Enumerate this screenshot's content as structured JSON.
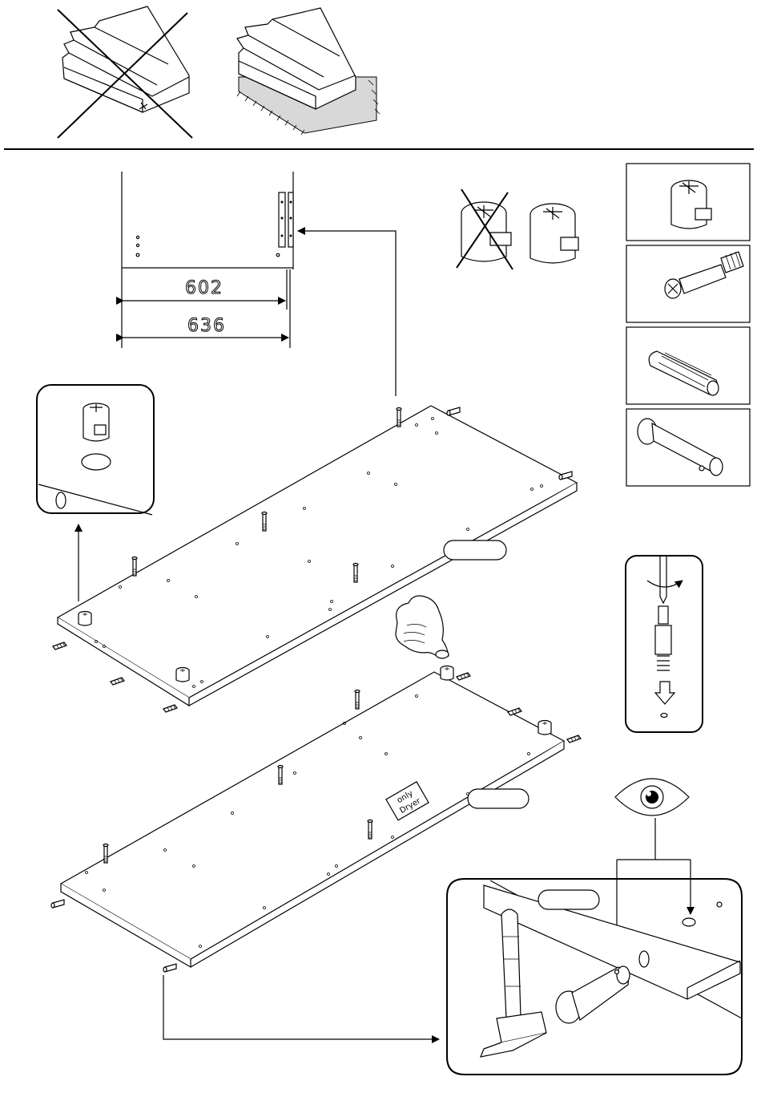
{
  "dimensions": {
    "inner": "602",
    "outer": "636"
  },
  "panel_label": {
    "line1": "only",
    "line2": "Dryer"
  },
  "parts": [
    {
      "name": "cam-lock-icon"
    },
    {
      "name": "cam-bolt-icon"
    },
    {
      "name": "wood-dowel-icon"
    },
    {
      "name": "shelf-pin-icon"
    }
  ],
  "colors": {
    "ink": "#000000",
    "floor": "#d8d8d8",
    "paper": "#ffffff"
  }
}
